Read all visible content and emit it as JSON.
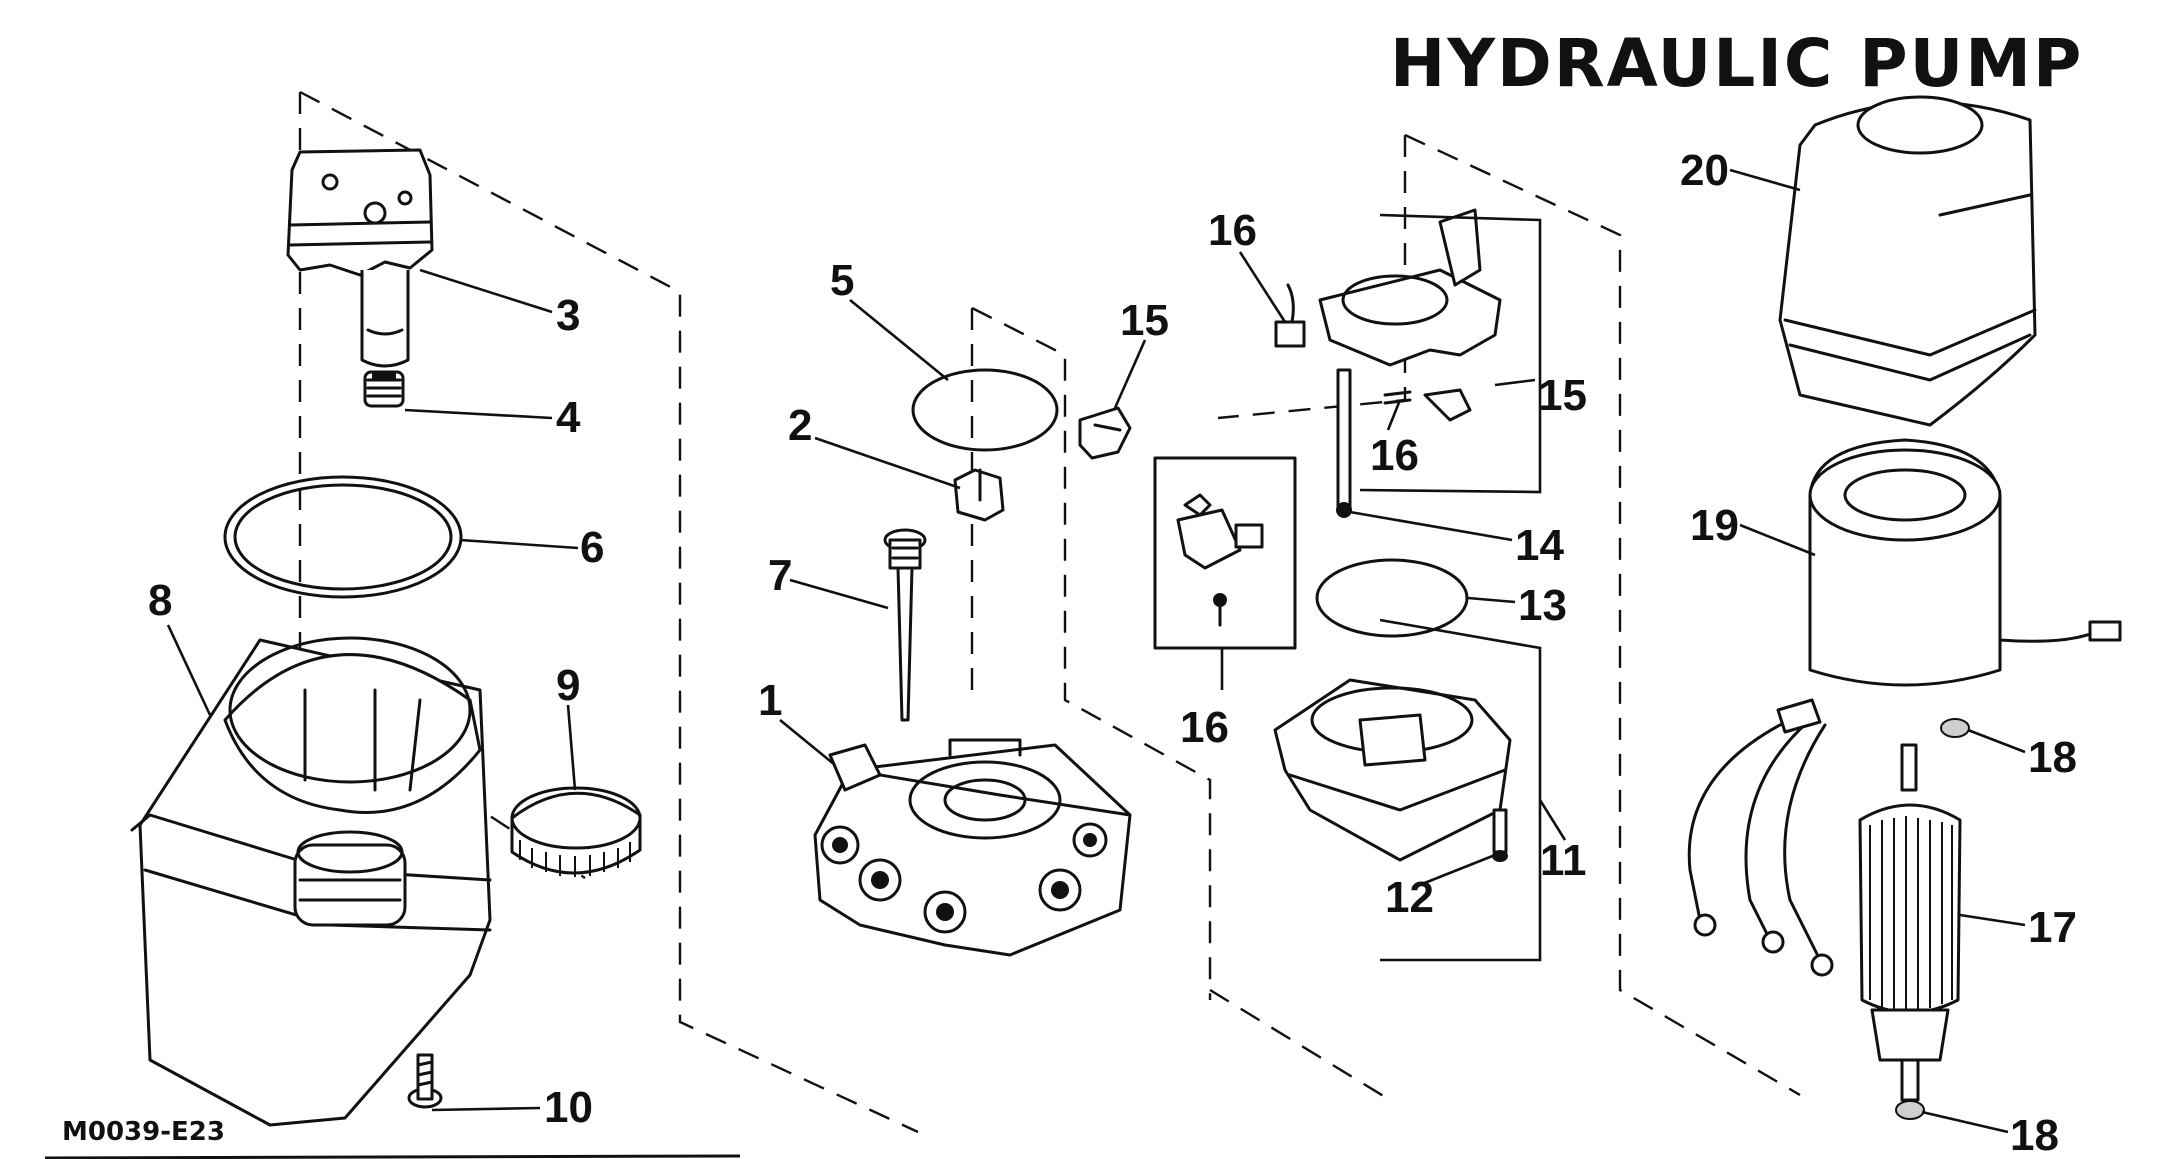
{
  "title": "HYDRAULIC PUMP",
  "figure_code": "M0039-E23",
  "callouts": {
    "c1": "1",
    "c2": "2",
    "c3": "3",
    "c4": "4",
    "c5": "5",
    "c6": "6",
    "c7": "7",
    "c8": "8",
    "c9": "9",
    "c10": "10",
    "c11": "11",
    "c12": "12",
    "c13": "13",
    "c14": "14",
    "c15a": "15",
    "c15b": "15",
    "c16a": "16",
    "c16b": "16",
    "c16c": "16",
    "c17": "17",
    "c18a": "18",
    "c18b": "18",
    "c19": "19",
    "c20": "20"
  }
}
